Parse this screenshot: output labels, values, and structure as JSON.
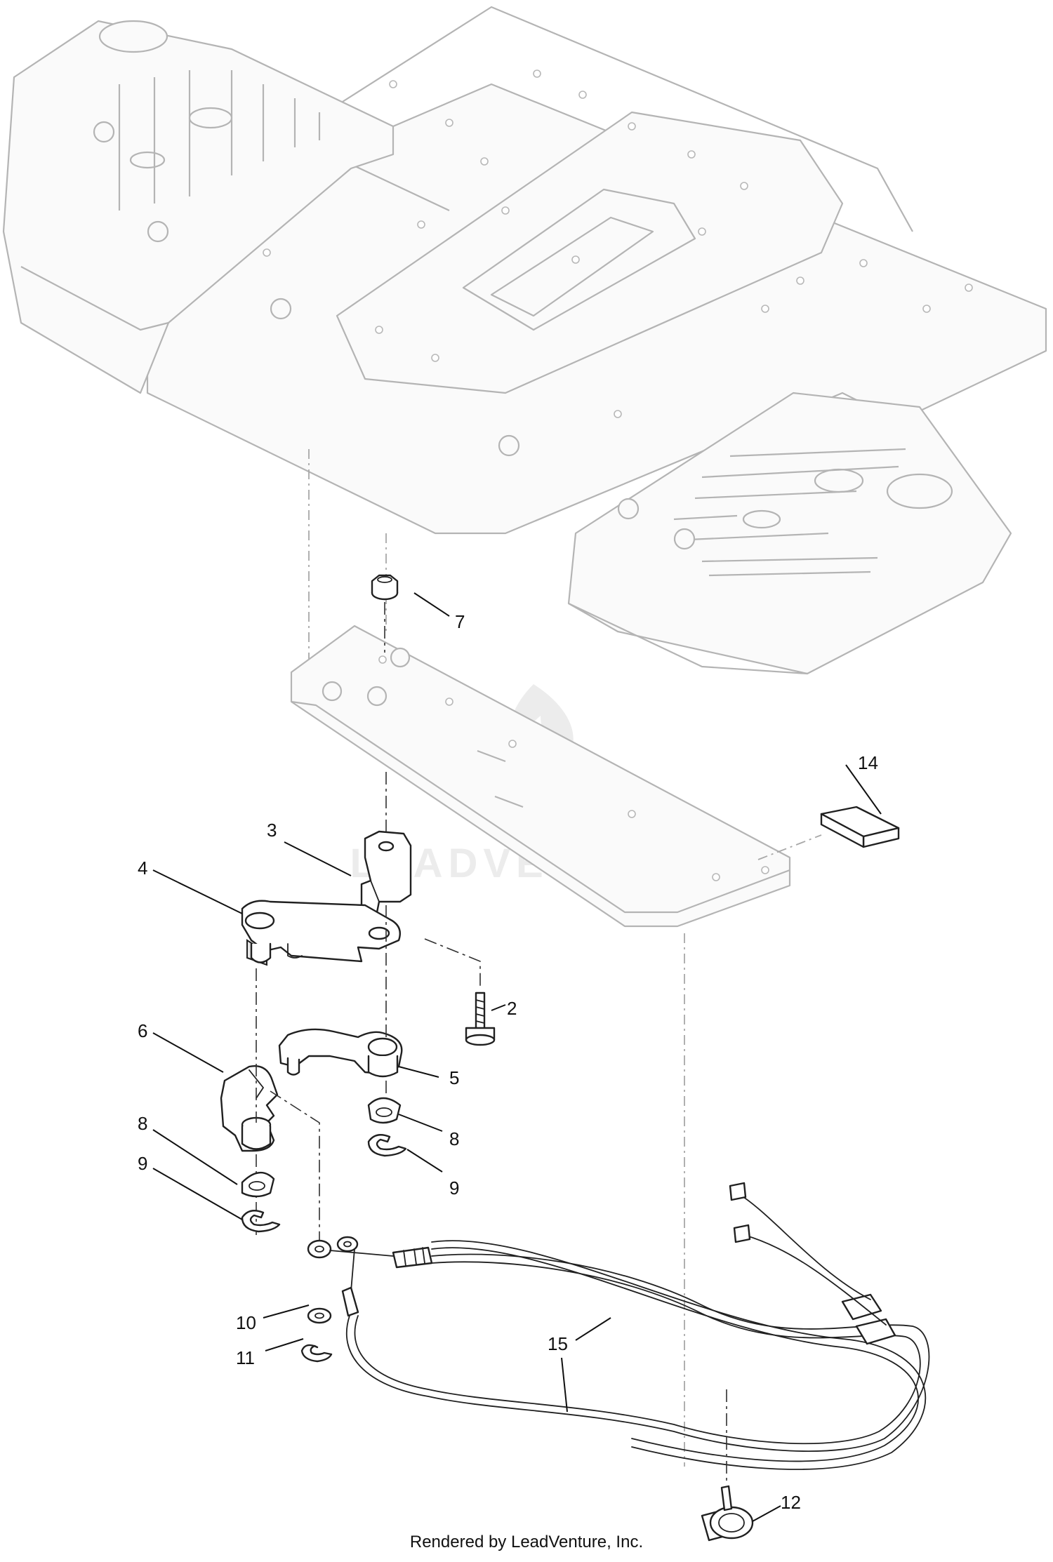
{
  "diagram": {
    "watermark": "LEADVENTURE",
    "footer": "Rendered by LeadVenture, Inc.",
    "callouts": [
      {
        "id": "c7",
        "label": "7"
      },
      {
        "id": "c14",
        "label": "14"
      },
      {
        "id": "c3",
        "label": "3"
      },
      {
        "id": "c4",
        "label": "4"
      },
      {
        "id": "c2",
        "label": "2"
      },
      {
        "id": "c6",
        "label": "6"
      },
      {
        "id": "c5",
        "label": "5"
      },
      {
        "id": "c8a",
        "label": "8"
      },
      {
        "id": "c8b",
        "label": "8"
      },
      {
        "id": "c9a",
        "label": "9"
      },
      {
        "id": "c9b",
        "label": "9"
      },
      {
        "id": "c10",
        "label": "10"
      },
      {
        "id": "c11",
        "label": "11"
      },
      {
        "id": "c15",
        "label": "15"
      },
      {
        "id": "c12",
        "label": "12"
      }
    ]
  }
}
